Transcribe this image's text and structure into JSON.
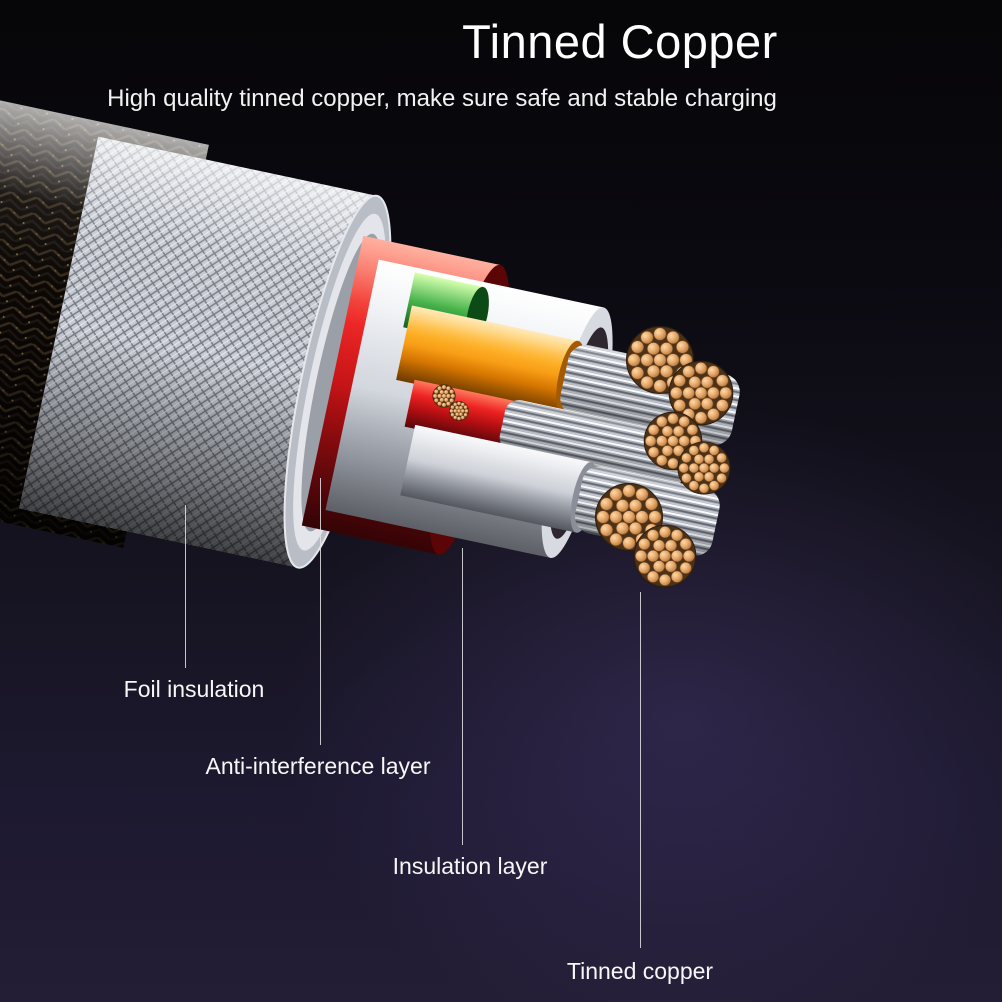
{
  "header": {
    "title": "Tinned Copper",
    "subtitle": "High quality tinned copper, make sure safe and stable charging"
  },
  "callouts": [
    {
      "label": "Foil insulation"
    },
    {
      "label": "Anti-interference layer"
    },
    {
      "label": "Insulation layer"
    },
    {
      "label": "Tinned copper"
    }
  ],
  "colors": {
    "background_top": "#060508",
    "background_bottom": "#231d35",
    "text": "#ffffff",
    "callout_line": "#e4e4e8",
    "copper": "#cf8f55",
    "silver_mesh": "#c8ccd4",
    "red_layer": "#e51f1f",
    "orange_wire": "#ffb126",
    "green_wire": "#46b24a",
    "insulation_tube": "#e8eaee"
  }
}
